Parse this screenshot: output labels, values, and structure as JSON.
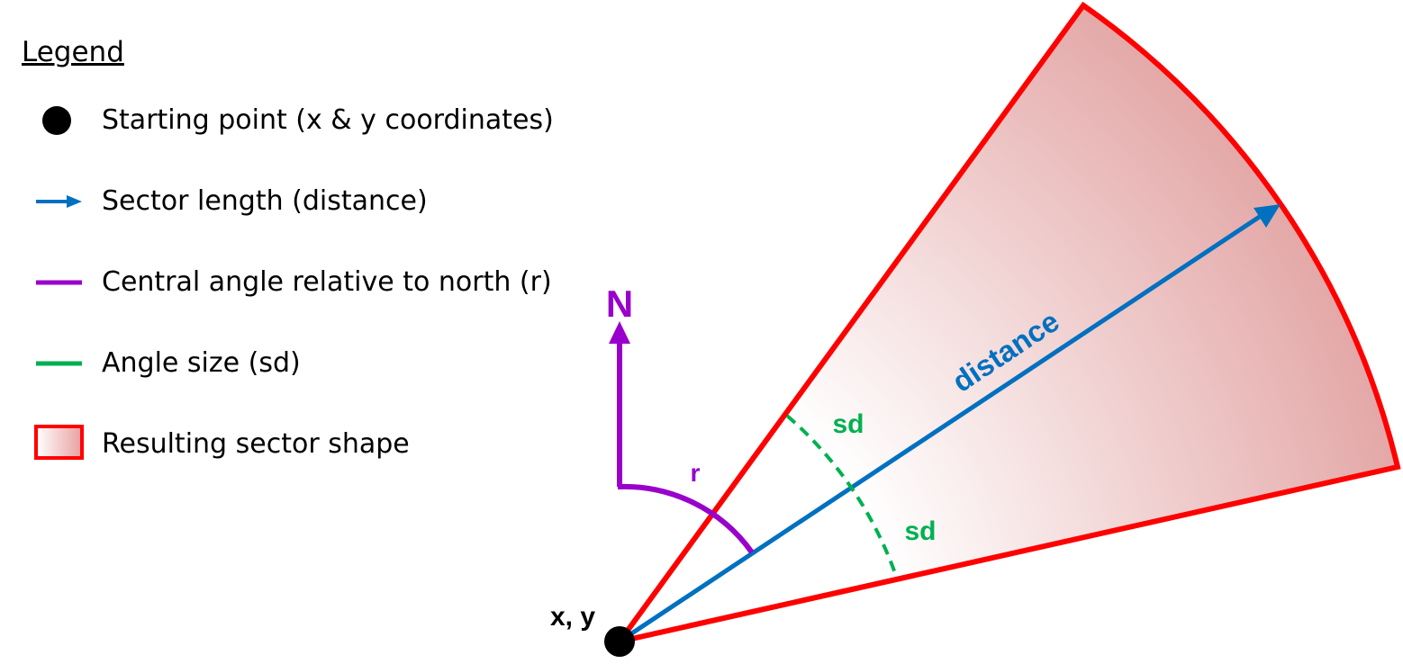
{
  "legend": {
    "title": "Legend",
    "items": [
      {
        "key": "start",
        "label": "Starting point (x & y coordinates)"
      },
      {
        "key": "distance",
        "label": "Sector length (distance)"
      },
      {
        "key": "central_angle",
        "label": "Central angle relative to north (r)"
      },
      {
        "key": "angle_size",
        "label": "Angle size (sd)"
      },
      {
        "key": "sector",
        "label": "Resulting sector shape"
      }
    ]
  },
  "diagram": {
    "north_label": "N",
    "r_label": "r",
    "sd_label_upper": "sd",
    "sd_label_lower": "sd",
    "distance_label": "distance",
    "origin_label": "x, y"
  },
  "colors": {
    "start_point": "#000000",
    "distance": "#0070C0",
    "central_angle": "#9900CC",
    "angle_size": "#00B050",
    "sector_border": "#FF0000",
    "sector_fill": "#E8A0A0"
  }
}
